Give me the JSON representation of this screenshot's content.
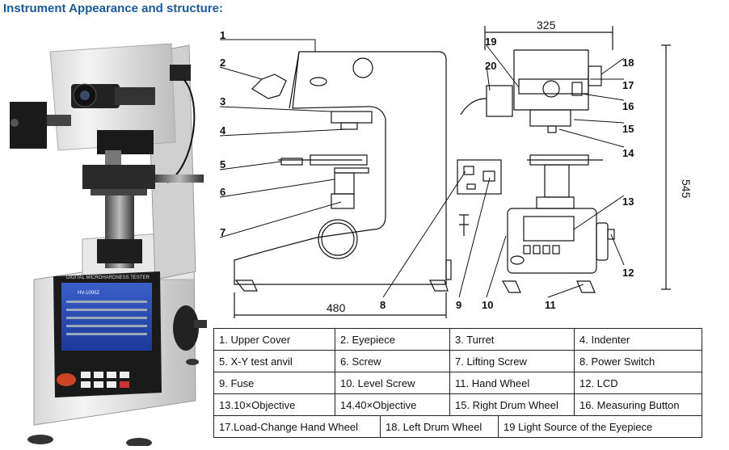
{
  "header": {
    "title": "Instrument Appearance and structure:"
  },
  "photo": {
    "screen_brand": "DIGITAL MICROHARDNESS TESTER",
    "screen_model": "HV-1000Z"
  },
  "drawing": {
    "callouts": [
      "1",
      "2",
      "3",
      "4",
      "5",
      "6",
      "7",
      "8",
      "9",
      "10",
      "11",
      "12",
      "13",
      "14",
      "15",
      "16",
      "17",
      "18",
      "19",
      "20"
    ],
    "dims": {
      "side_width": "480",
      "front_width": "325",
      "height": "545"
    }
  },
  "legend": {
    "rows": [
      [
        "1. Upper Cover",
        "2. Eyepiece",
        "3. Turret",
        "4. Indenter"
      ],
      [
        "5. X-Y test anvil",
        "6. Screw",
        "7. Lifting Screw",
        "8. Power Switch"
      ],
      [
        "9. Fuse",
        "10. Level Screw",
        "11. Hand Wheel",
        "12. LCD"
      ],
      [
        "13.10×Objective",
        "14.40×Objective",
        "15. Right Drum Wheel",
        "16. Measuring Button"
      ],
      [
        "17.Load-Change Hand Wheel",
        "18. Left Drum Wheel",
        "19  Light Source of the Eyepiece"
      ]
    ]
  }
}
